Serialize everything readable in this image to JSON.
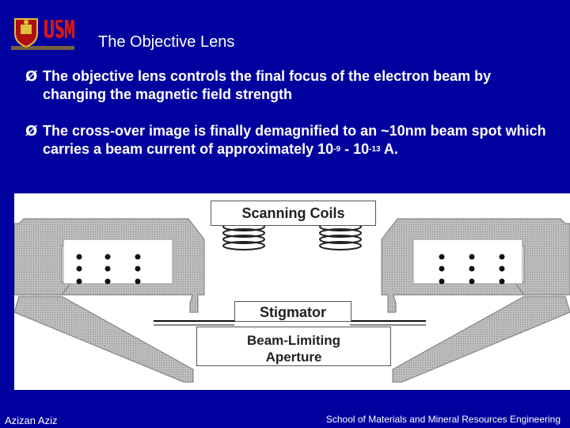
{
  "slide": {
    "title": "The Objective Lens",
    "bullets": [
      {
        "marker": "Ø",
        "text_a": "The objective lens controls the final focus of the electron beam by changing the magnetic field strength"
      },
      {
        "marker": "Ø",
        "text_a": "The cross-over image is finally demagnified to an ~10nm beam spot which carries a beam current of approximately 10",
        "sup1": "-9",
        "text_b": " - 10",
        "sup2": "-13",
        "text_c": " A."
      }
    ]
  },
  "diagram": {
    "labels": {
      "scanning_coils": "Scanning Coils",
      "stigmator": "Stigmator",
      "beam_limiting_line1": "Beam-Limiting",
      "beam_limiting_line2": "Aperture"
    }
  },
  "footer": {
    "author": "Azizan Aziz",
    "school": "School of Materials and Mineral Resources Engineering"
  },
  "colors": {
    "background": "#00009e",
    "text": "#ffffff",
    "diagram_bg": "#ffffff",
    "lens_gray": "#b0b0b0"
  }
}
